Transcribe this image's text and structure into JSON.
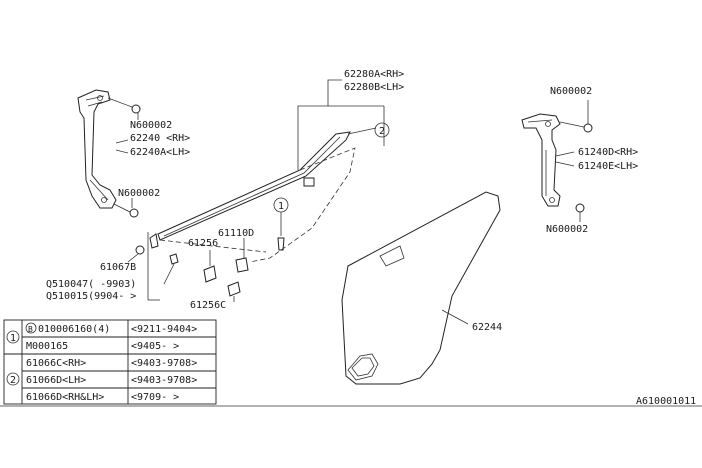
{
  "callouts": {
    "p62280a": "62280A<RH>",
    "p62280b": "62280B<LH>",
    "ref2": "2",
    "n600002_upper_left": "N600002",
    "p62240": "62240 <RH>",
    "p62240a": "62240A<LH>",
    "n600002_lower_left": "N600002",
    "ref1": "1",
    "p61110d": "61110D",
    "p61256": "61256",
    "p61067b": "61067B",
    "q510047": "Q510047(  -9903)",
    "q510015": "Q510015(9904-  >",
    "p61256c": "61256C",
    "n600002_upper_right": "N600002",
    "p61240d": "61240D<RH>",
    "p61240e": "61240E<LH>",
    "n600002_lower_right": "N600002",
    "p62244": "62244",
    "diagram_id": "A610001011"
  },
  "legend_table": {
    "groups": [
      {
        "ref": "1",
        "rows": [
          {
            "part": "010006160(4)",
            "bolt_prefix": "B",
            "range": "<9211-9404>"
          },
          {
            "part": "M000165",
            "range": "<9405-     >"
          }
        ]
      },
      {
        "ref": "2",
        "rows": [
          {
            "part": "61066C<RH>",
            "range": "<9403-9708>"
          },
          {
            "part": "61066D<LH>",
            "range": "<9403-9708>"
          },
          {
            "part": "61066D<RH&LH>",
            "range": "<9709-     >"
          }
        ]
      }
    ]
  }
}
